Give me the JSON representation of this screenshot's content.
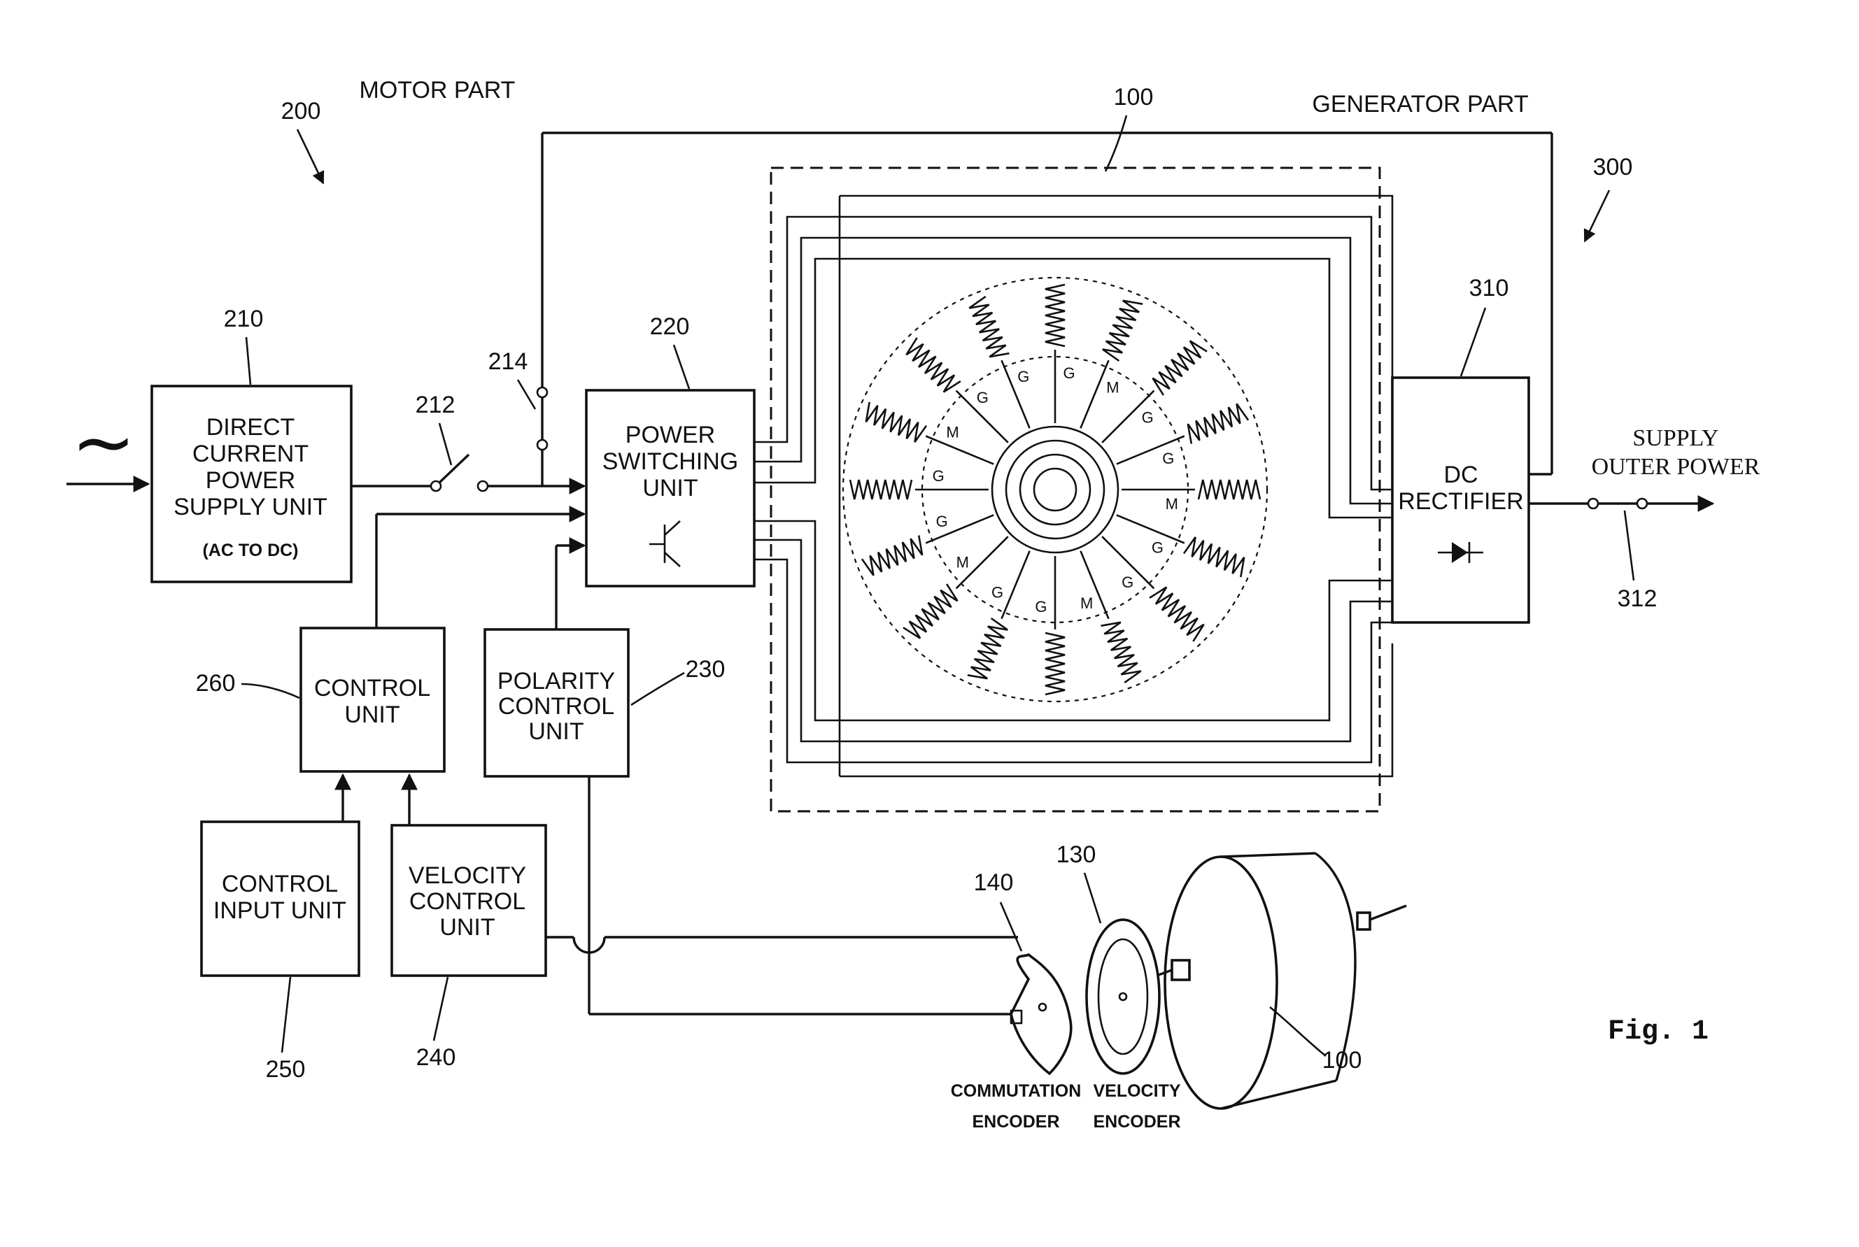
{
  "labels": {
    "motor_part": "MOTOR PART",
    "generator_part": "GENERATOR PART",
    "supply_outer_power_1": "SUPPLY",
    "supply_outer_power_2": "OUTER POWER",
    "fig": "Fig. 1",
    "commutation_encoder_1": "COMMUTATION",
    "commutation_encoder_2": "ENCODER",
    "velocity_encoder_1": "VELOCITY",
    "velocity_encoder_2": "ENCODER"
  },
  "refs": {
    "r200": "200",
    "r100_top": "100",
    "r300": "300",
    "r210": "210",
    "r212": "212",
    "r214": "214",
    "r220": "220",
    "r310": "310",
    "r312": "312",
    "r260": "260",
    "r230": "230",
    "r250": "250",
    "r240": "240",
    "r140": "140",
    "r130": "130",
    "r100_bottom": "100"
  },
  "blocks": {
    "dc_supply": {
      "l1": "DIRECT",
      "l2": "CURRENT",
      "l3": "POWER",
      "l4": "SUPPLY UNIT",
      "l5": "(AC TO DC)"
    },
    "power_switching": {
      "l1": "POWER",
      "l2": "SWITCHING",
      "l3": "UNIT"
    },
    "dc_rectifier": {
      "l1": "DC",
      "l2": "RECTIFIER"
    },
    "control_unit": {
      "l1": "CONTROL",
      "l2": "UNIT"
    },
    "polarity_control": {
      "l1": "POLARITY",
      "l2": "CONTROL",
      "l3": "UNIT"
    },
    "control_input": {
      "l1": "CONTROL",
      "l2": "INPUT UNIT"
    },
    "velocity_control": {
      "l1": "VELOCITY",
      "l2": "CONTROL",
      "l3": "UNIT"
    }
  },
  "ac_symbol": "~",
  "coil_labels": [
    "G",
    "M",
    "G",
    "G",
    "M",
    "G",
    "G",
    "M",
    "G",
    "G",
    "M",
    "G",
    "G",
    "M",
    "G",
    "G"
  ]
}
